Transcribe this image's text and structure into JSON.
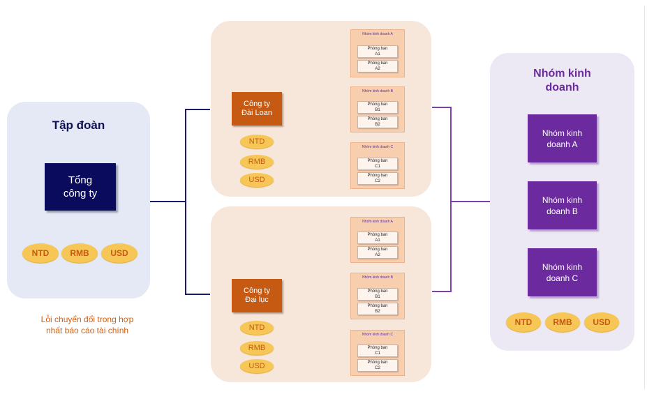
{
  "left": {
    "title": "Tập đoàn",
    "hq_line1": "Tổng",
    "hq_line2": "công ty",
    "currencies": [
      "NTD",
      "RMB",
      "USD"
    ]
  },
  "companies": [
    {
      "line1": "Công ty",
      "line2": "Đài Loan",
      "currencies": [
        "NTD",
        "RMB",
        "USD"
      ],
      "groups": [
        {
          "title": "Nhóm kinh doanh A",
          "depts": [
            [
              "Phòng ban",
              "A1"
            ],
            [
              "Phòng ban",
              "A2"
            ]
          ]
        },
        {
          "title": "Nhóm kinh doanh B",
          "depts": [
            [
              "Phòng ban",
              "B1"
            ],
            [
              "Phòng ban",
              "B2"
            ]
          ]
        },
        {
          "title": "Nhóm kinh doanh C",
          "depts": [
            [
              "Phòng ban",
              "C1"
            ],
            [
              "Phòng ban",
              "C2"
            ]
          ]
        }
      ]
    },
    {
      "line1": "Công ty",
      "line2": "Đại lục",
      "currencies": [
        "NTD",
        "RMB",
        "USD"
      ],
      "groups": [
        {
          "title": "Nhóm kinh doanh A",
          "depts": [
            [
              "Phòng ban",
              "A1"
            ],
            [
              "Phòng ban",
              "A2"
            ]
          ]
        },
        {
          "title": "Nhóm kinh doanh B",
          "depts": [
            [
              "Phòng ban",
              "B1"
            ],
            [
              "Phòng ban",
              "B2"
            ]
          ]
        },
        {
          "title": "Nhóm kinh doanh C",
          "depts": [
            [
              "Phòng ban",
              "C1"
            ],
            [
              "Phòng ban",
              "C2"
            ]
          ]
        }
      ]
    }
  ],
  "right": {
    "title_line1": "Nhóm kinh",
    "title_line2": "doanh",
    "groups": [
      {
        "line1": "Nhóm kinh",
        "line2": "doanh A"
      },
      {
        "line1": "Nhóm kinh",
        "line2": "doanh B"
      },
      {
        "line1": "Nhóm kinh",
        "line2": "doanh C"
      }
    ],
    "currencies": [
      "NTD",
      "RMB",
      "USD"
    ]
  },
  "note": {
    "line1": "Lỗi chuyển đổi trong hợp",
    "line2": "nhất báo cáo tài chính"
  },
  "colors": {
    "navy": "#0b0b5e",
    "orange": "#c65a12",
    "purple": "#6b2a9e",
    "coin": "#f6c657"
  }
}
